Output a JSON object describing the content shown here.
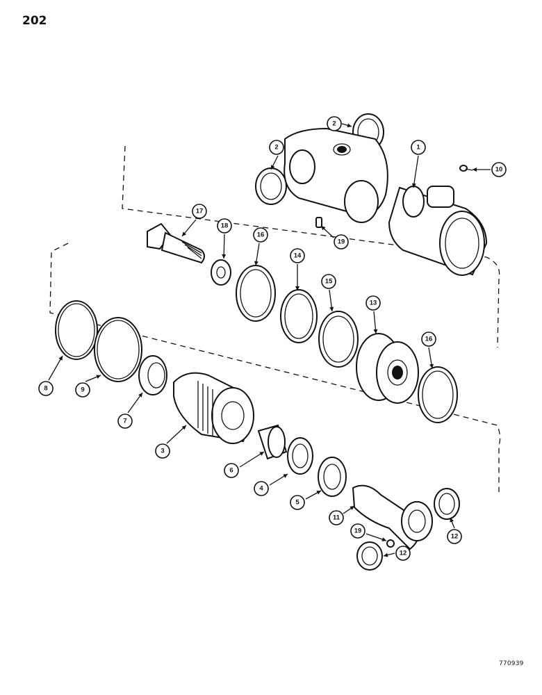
{
  "page_number": "202",
  "figure_code": "770939",
  "callouts": [
    {
      "label": "1"
    },
    {
      "label": "2"
    },
    {
      "label": "2"
    },
    {
      "label": "10"
    },
    {
      "label": "17"
    },
    {
      "label": "18"
    },
    {
      "label": "19"
    },
    {
      "label": "16"
    },
    {
      "label": "14"
    },
    {
      "label": "15"
    },
    {
      "label": "13"
    },
    {
      "label": "16"
    },
    {
      "label": "8"
    },
    {
      "label": "9"
    },
    {
      "label": "7"
    },
    {
      "label": "3"
    },
    {
      "label": "6"
    },
    {
      "label": "4"
    },
    {
      "label": "5"
    },
    {
      "label": "11"
    },
    {
      "label": "12"
    },
    {
      "label": "19"
    },
    {
      "label": "12"
    }
  ]
}
